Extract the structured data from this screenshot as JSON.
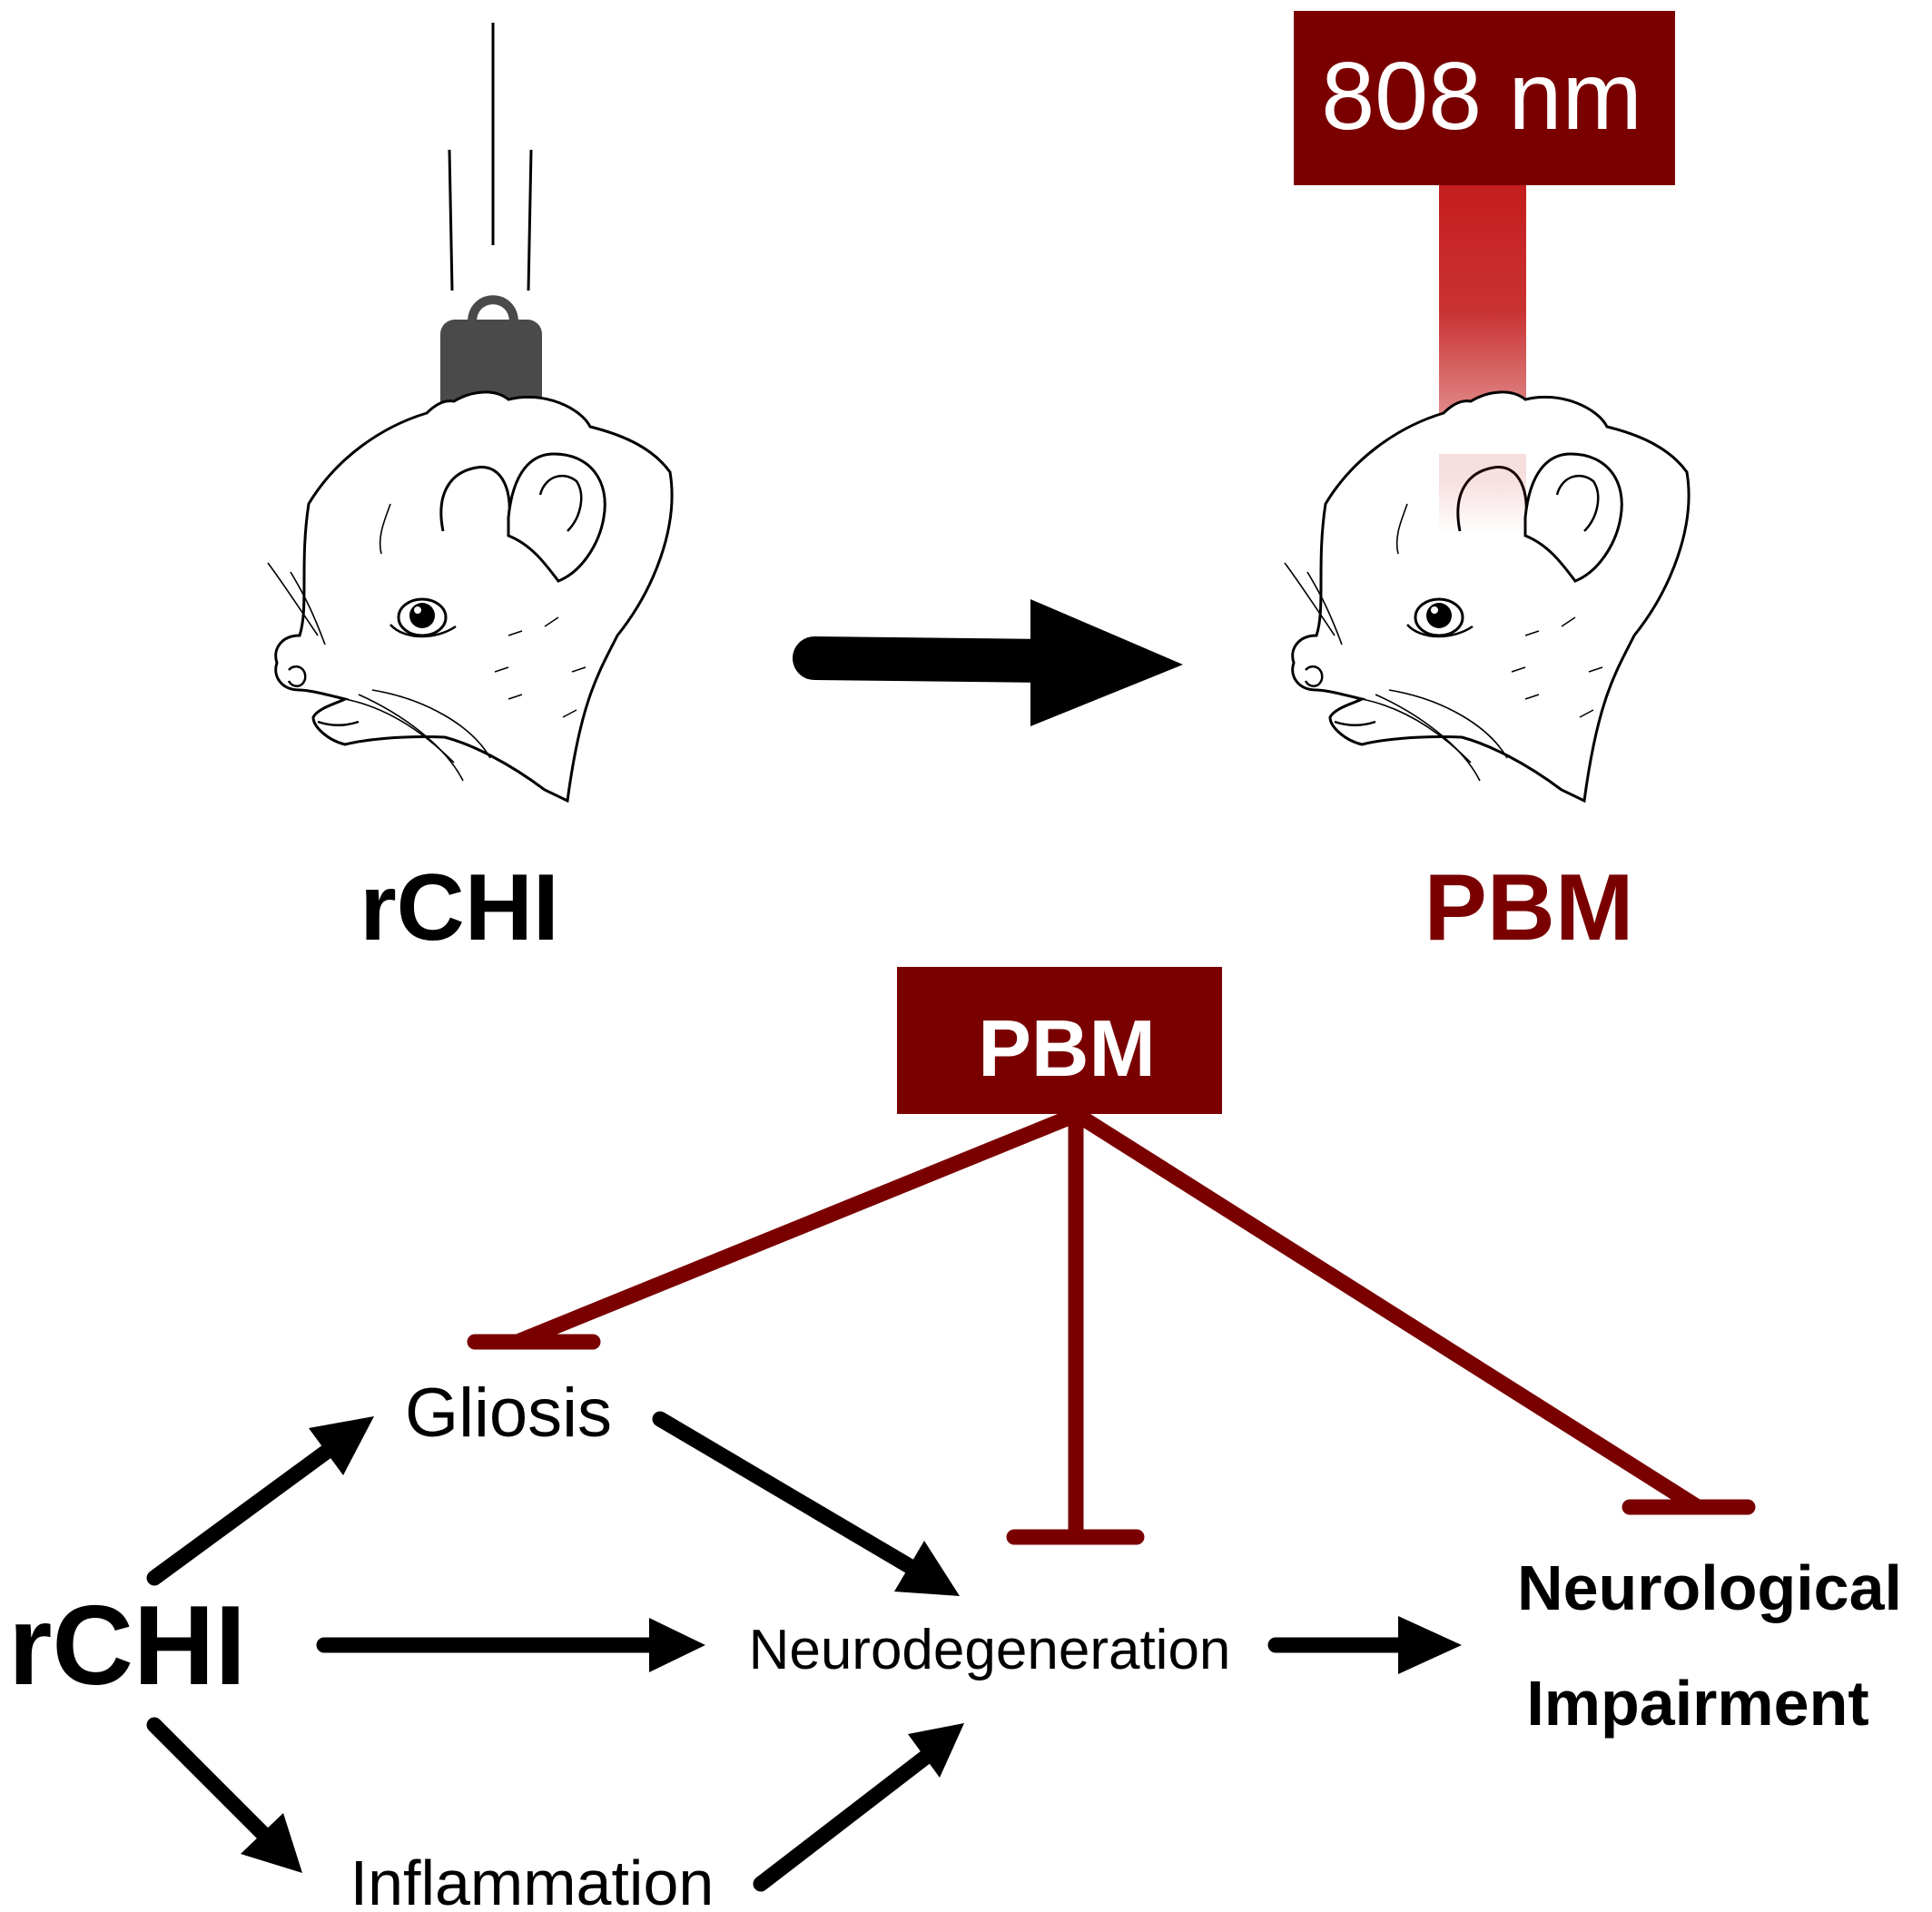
{
  "colors": {
    "dark_red": "#7a0000",
    "black": "#000000",
    "weight_gray": "#4a4a4a",
    "beam_red": "#c41c1c"
  },
  "top": {
    "laser_label": "808 nm",
    "left_label": "rCHI",
    "right_label": "PBM",
    "icons": [
      "falling-weight-icon",
      "rat-head-icon",
      "arrow-right-icon",
      "laser-beam-icon"
    ]
  },
  "pathway": {
    "pbm_box_label": "PBM",
    "source": "rCHI",
    "gliosis": "Gliosis",
    "inflammation": "Inflammation",
    "neurodegeneration": "Neurodegeneration",
    "outcome_line1": "Neurological",
    "outcome_line2": "Impairment"
  }
}
